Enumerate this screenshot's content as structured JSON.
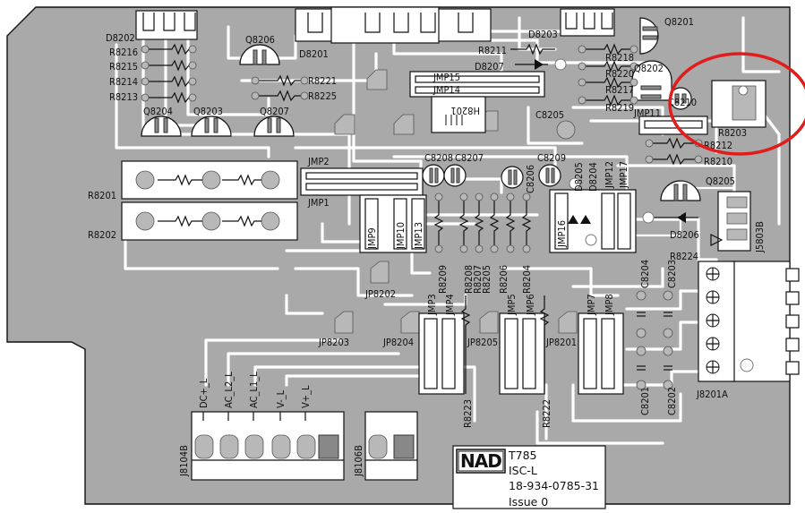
{
  "board": {
    "model": "T785",
    "module": "ISC-L",
    "part_number": "18-934-0785-31",
    "issue": "Issue 0",
    "logo_text": "NAD"
  },
  "highlight": {
    "target": "R8203",
    "color": "#e21b1b"
  },
  "labels": {
    "D8202": "D8202",
    "R8216": "R8216",
    "R8215": "R8215",
    "R8214": "R8214",
    "R8213": "R8213",
    "Q8206": "Q8206",
    "D8201": "D8201",
    "R8221": "R8221",
    "R8225": "R8225",
    "Q8204": "Q8204",
    "Q8203": "Q8203",
    "Q8207": "Q8207",
    "D8203": "D8203",
    "R8211": "R8211",
    "D8207": "D8207",
    "Q8201": "Q8201",
    "R8218": "R8218",
    "R8220": "R8220",
    "Q8202": "Q8202",
    "R8217": "R8217",
    "C8210": "C8210",
    "R8219": "R8219",
    "R8203": "R8203",
    "JMP15": "JMP15",
    "JMP14": "JMP14",
    "H8201": "H8201",
    "C8205": "C8205",
    "JMP11": "JMP11",
    "R8212": "R8212",
    "R8210": "R8210",
    "R8201": "R8201",
    "R8202": "R8202",
    "JMP2": "JMP2",
    "JMP1": "JMP1",
    "C8208": "C8208",
    "C8207": "C8207",
    "C8209": "C8209",
    "C8206": "C8206",
    "D8205": "D8205",
    "D8204": "D8204",
    "JMP12": "JMP12",
    "JMP17": "JMP17",
    "Q8205": "Q8205",
    "J5803B": "J5803B",
    "D8206": "D8206",
    "R8224": "R8224",
    "JMP9": "JMP9",
    "JMP10": "JMP10",
    "JMP13": "JMP13",
    "R8209": "R8209",
    "R8208": "R8208",
    "R8207": "R8207",
    "R8205": "R8205",
    "R8206": "R8206",
    "R8204": "R8204",
    "JMP16": "JMP16",
    "C8204": "C8204",
    "C8203": "C8203",
    "JP8202": "JP8202",
    "JP8203": "JP8203",
    "JP8204": "JP8204",
    "JP8205": "JP8205",
    "JP8201": "JP8201",
    "JMP3": "JMP3",
    "JMP4": "JMP4",
    "JMP5": "JMP5",
    "JMP6": "JMP6",
    "JMP7": "JMP7",
    "JMP8": "JMP8",
    "R8223": "R8223",
    "R8222": "R8222",
    "C8201": "C8201",
    "C8202": "C8202",
    "J8201A": "J8201A",
    "DC_PLUS_L": "DC+_L",
    "AC_L2_L": "AC_L2_L",
    "AC_L1_L": "AC_L1_L",
    "V_MINUS_L": "V-_L",
    "V_PLUS_L": "V+_L",
    "J8104B": "J8104B",
    "J8106B": "J8106B"
  }
}
